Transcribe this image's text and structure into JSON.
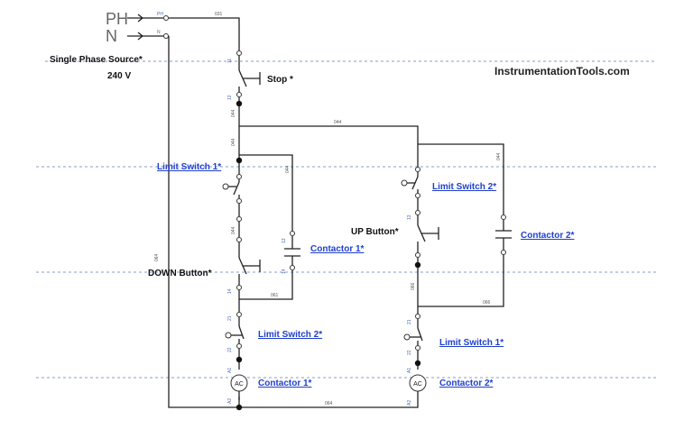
{
  "source": {
    "ph_label": "PH",
    "n_label": "N",
    "ph_tag": "PH",
    "n_tag": "N",
    "title": "Single Phase Source*",
    "voltage": "240 V"
  },
  "brand": "InstrumentationTools.com",
  "labels": {
    "stop": "Stop *",
    "up_button": "UP Button*",
    "down_button": "DOWN Button*"
  },
  "links": {
    "ls1_top": "Limit Switch 1*",
    "ls2_top": "Limit Switch 2*",
    "contactor1_aux": "Contactor 1*",
    "contactor2_aux": "Contactor 2*",
    "ls2_bottom": "Limit Switch 2*",
    "ls1_bottom": "Limit Switch 1*",
    "contactor1_coil": "Contactor 1*",
    "contactor2_coil": "Contactor 2*"
  },
  "coil_text": "AC",
  "wires": {
    "w031": "031",
    "w044a": "044",
    "w044b": "044",
    "w044c": "044",
    "w044d": "044",
    "w044e": "044",
    "w044f": "044",
    "w064": "064",
    "w061": "061",
    "w066": "066",
    "w066b": "066",
    "w064b": "064",
    "w04a": "04",
    "w04b": "04",
    "w04c": "04"
  },
  "terminals": {
    "t11": "11",
    "t12": "12",
    "t13a": "13",
    "t14a": "14",
    "t13b": "13",
    "t14b": "14",
    "t21a": "21",
    "t22a": "22",
    "t21b": "21",
    "t22b": "22",
    "a1a": "A1",
    "a2a": "A2",
    "a1b": "A1",
    "a2b": "A2"
  }
}
